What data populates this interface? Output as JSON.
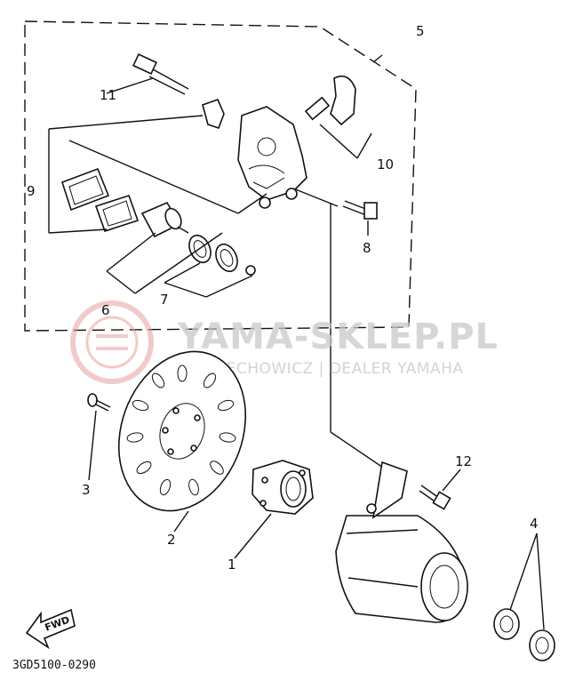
{
  "diagram": {
    "callouts": [
      "1",
      "2",
      "3",
      "4",
      "5",
      "6",
      "7",
      "8",
      "9",
      "10",
      "11",
      "12"
    ],
    "fwd_label": "FWD",
    "drawing_code": "3GD5100-0290"
  },
  "watermark": {
    "title": "YAMA-SKLEP.PL",
    "subtitle": "WOJCIECHOWICZ | DEALER YAMAHA",
    "logo_color": "#e8a0a0"
  }
}
